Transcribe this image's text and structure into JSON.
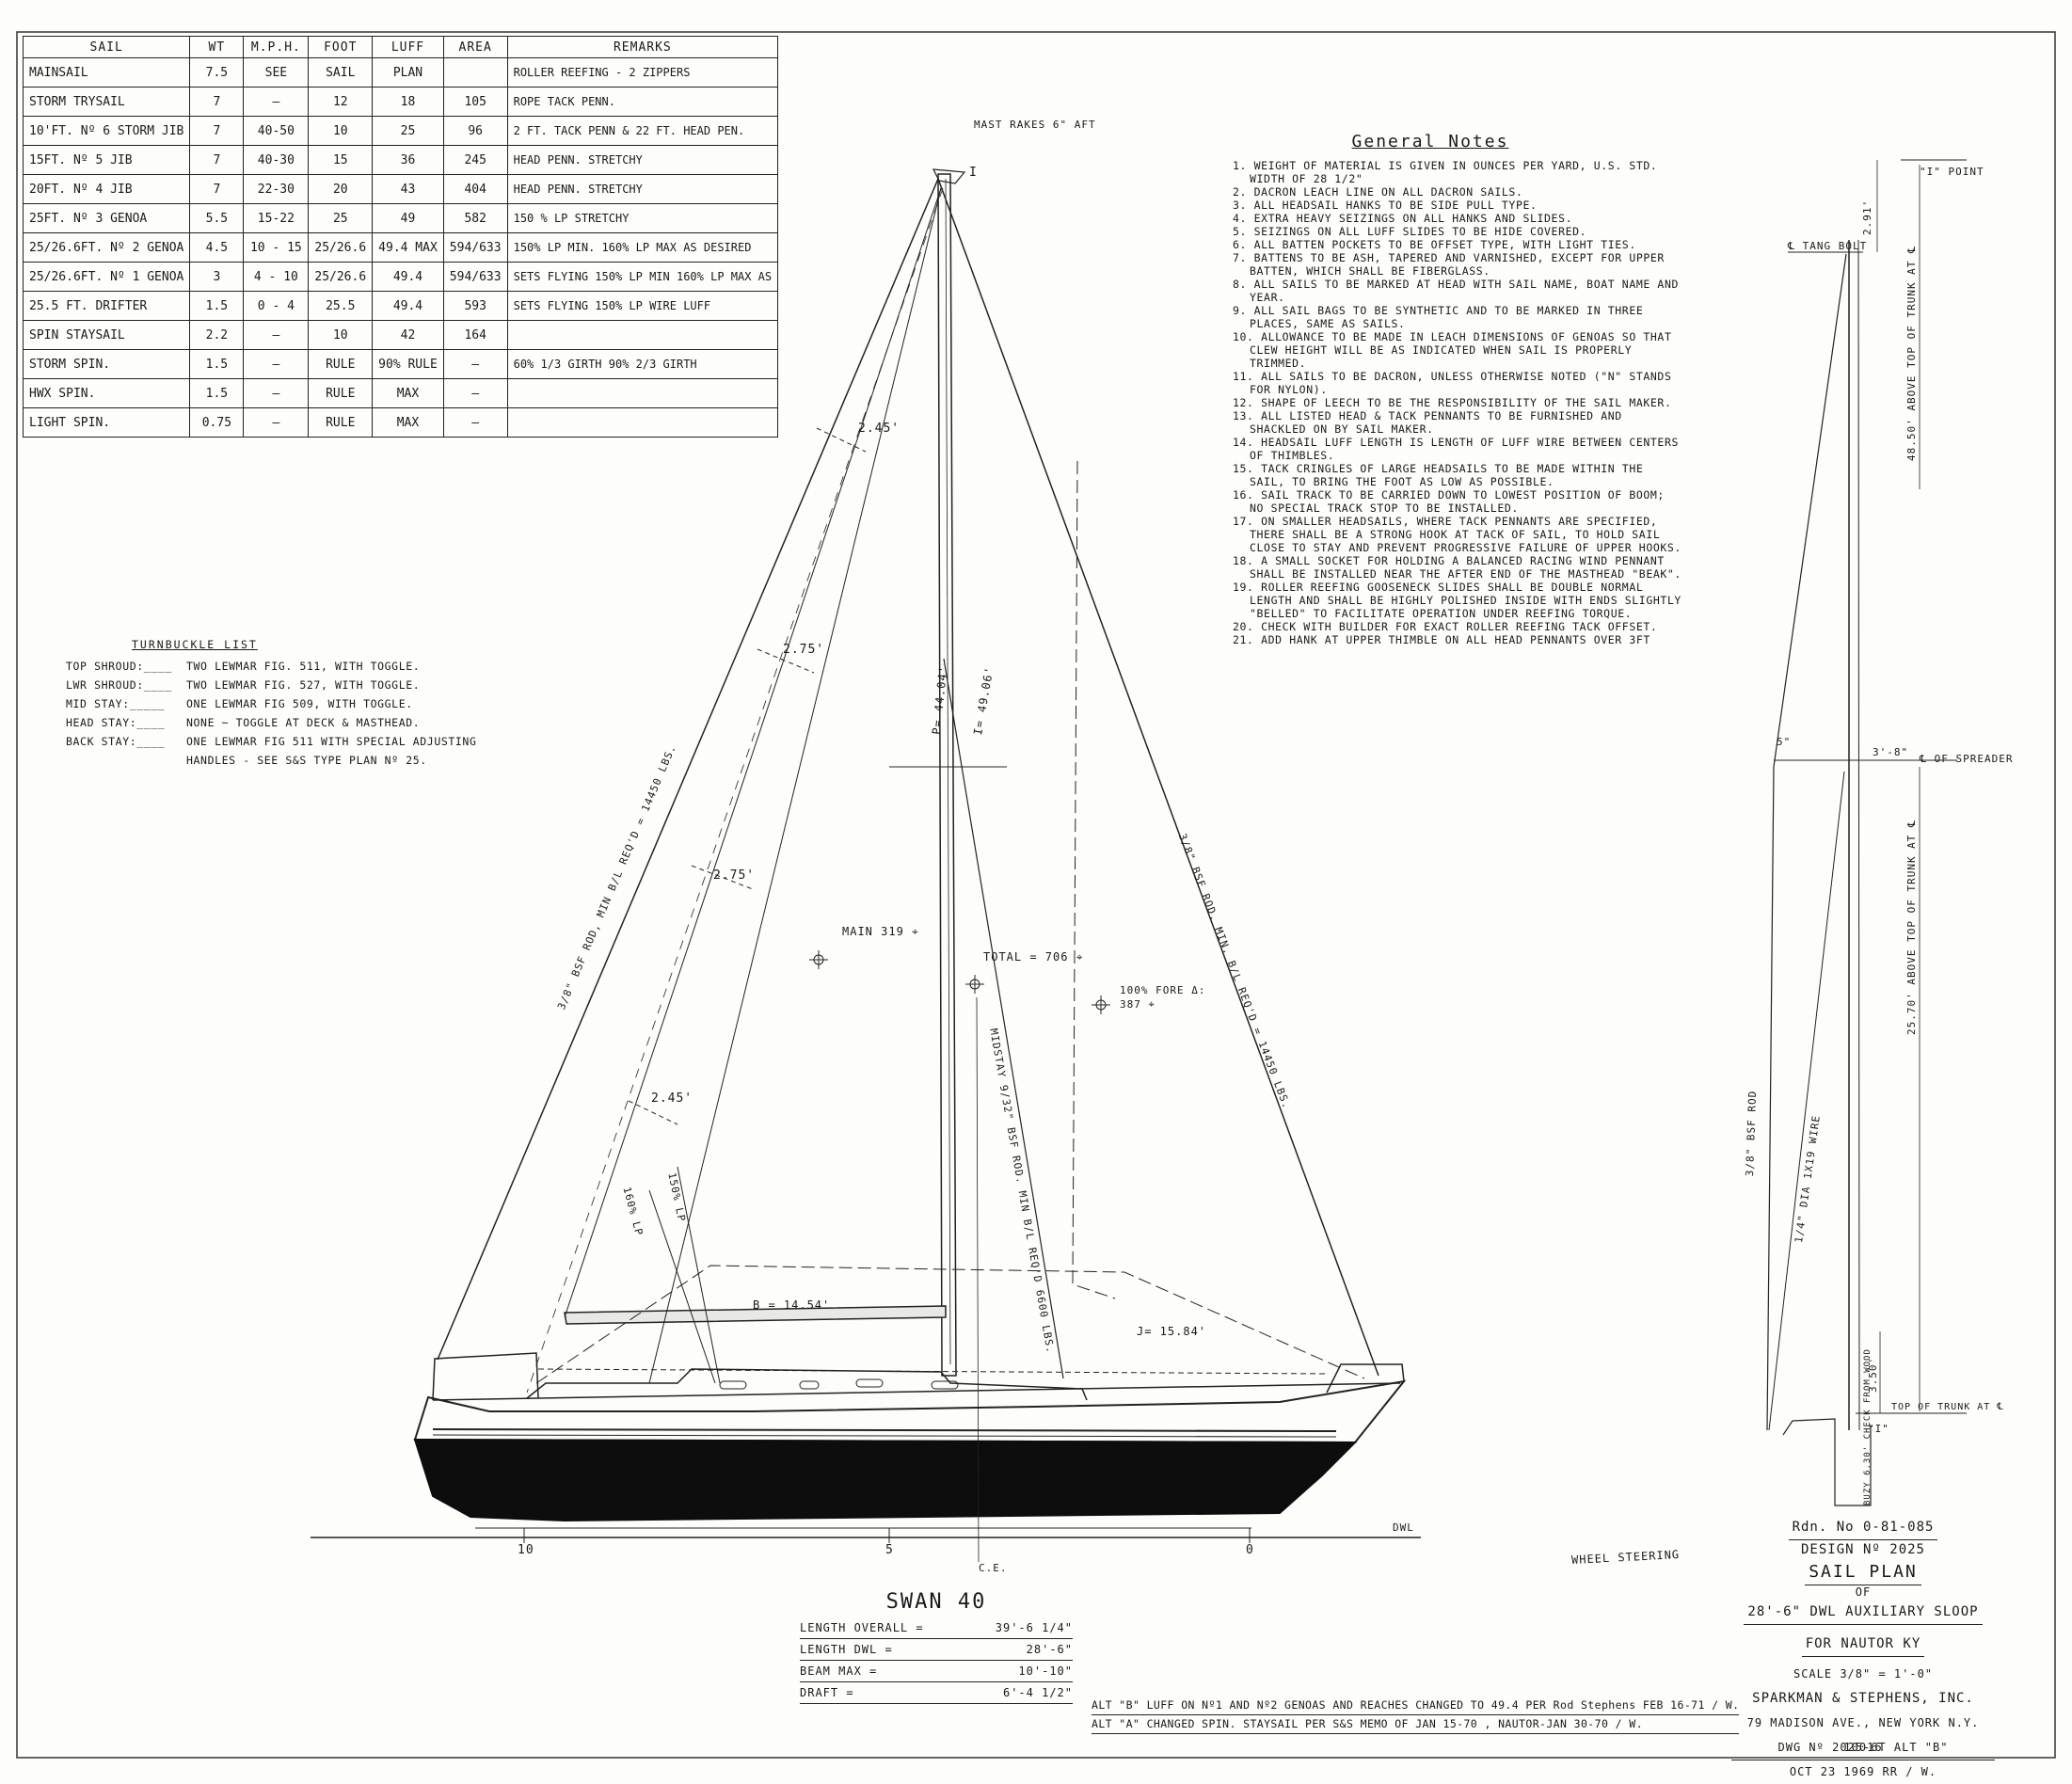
{
  "sail_table": {
    "headers": [
      "SAIL",
      "WT",
      "M.P.H.",
      "FOOT",
      "LUFF",
      "AREA",
      "REMARKS"
    ],
    "rows": [
      [
        "MAINSAIL",
        "7.5",
        "SEE",
        "SAIL",
        "PLAN",
        "",
        "ROLLER REEFING - 2 ZIPPERS"
      ],
      [
        "STORM TRYSAIL",
        "7",
        "—",
        "12",
        "18",
        "105",
        "ROPE TACK PENN."
      ],
      [
        "10'FT. Nº 6 STORM JIB",
        "7",
        "40-50",
        "10",
        "25",
        "96",
        "2 FT. TACK PENN & 22 FT. HEAD PEN."
      ],
      [
        "15FT. Nº 5 JIB",
        "7",
        "40-30",
        "15",
        "36",
        "245",
        "HEAD PENN.        STRETCHY"
      ],
      [
        "20FT. Nº 4 JIB",
        "7",
        "22-30",
        "20",
        "43",
        "404",
        "HEAD PENN.        STRETCHY"
      ],
      [
        "25FT. Nº 3 GENOA",
        "5.5",
        "15-22",
        "25",
        "49",
        "582",
        "150 % LP           STRETCHY"
      ],
      [
        "25/26.6FT. Nº 2 GENOA",
        "4.5",
        "10 - 15",
        "25/26.6",
        "49.4 MAX",
        "594/633",
        "150% LP MIN. 160% LP MAX AS DESIRED"
      ],
      [
        "25/26.6FT. Nº 1 GENOA",
        "3",
        "4 - 10",
        "25/26.6",
        "49.4",
        "594/633",
        "SETS FLYING 150% LP MIN 160% LP MAX AS"
      ],
      [
        "25.5 FT. DRIFTER",
        "1.5",
        "0 - 4",
        "25.5",
        "49.4",
        "593",
        "SETS FLYING 150% LP WIRE LUFF"
      ],
      [
        "SPIN STAYSAIL",
        "2.2",
        "—",
        "10",
        "42",
        "164",
        ""
      ],
      [
        "STORM SPIN.",
        "1.5",
        "—",
        "RULE",
        "90% RULE",
        "—",
        "60% 1/3 GIRTH 90% 2/3 GIRTH"
      ],
      [
        "HWX SPIN.",
        "1.5",
        "—",
        "RULE",
        "MAX",
        "—",
        ""
      ],
      [
        "LIGHT SPIN.",
        "0.75",
        "—",
        "RULE",
        "MAX",
        "—",
        ""
      ]
    ]
  },
  "general_notes": {
    "title": "General Notes",
    "items": [
      "1. WEIGHT OF MATERIAL IS GIVEN IN OUNCES PER YARD, U.S. STD. WIDTH OF 28 1/2\"",
      "2. DACRON LEACH LINE ON ALL DACRON SAILS.",
      "3. ALL HEADSAIL HANKS TO BE SIDE PULL TYPE.",
      "4. EXTRA HEAVY SEIZINGS ON ALL HANKS AND SLIDES.",
      "5. SEIZINGS ON ALL LUFF SLIDES TO BE HIDE COVERED.",
      "6. ALL BATTEN POCKETS TO BE OFFSET TYPE, WITH LIGHT TIES.",
      "7. BATTENS TO BE ASH, TAPERED AND VARNISHED, EXCEPT FOR UPPER BATTEN, WHICH SHALL BE FIBERGLASS.",
      "8. ALL SAILS TO BE MARKED AT HEAD WITH SAIL NAME, BOAT NAME AND YEAR.",
      "9. ALL SAIL BAGS TO BE SYNTHETIC AND TO BE MARKED IN THREE PLACES, SAME AS SAILS.",
      "10. ALLOWANCE TO BE MADE IN LEACH DIMENSIONS OF GENOAS SO THAT CLEW HEIGHT WILL BE AS INDICATED WHEN SAIL IS PROPERLY TRIMMED.",
      "11. ALL SAILS TO BE DACRON, UNLESS OTHERWISE NOTED (\"N\" STANDS FOR NYLON).",
      "12. SHAPE OF LEECH TO BE THE RESPONSIBILITY OF THE SAIL MAKER.",
      "13. ALL LISTED HEAD & TACK PENNANTS TO BE FURNISHED AND SHACKLED ON BY SAIL MAKER.",
      "14. HEADSAIL LUFF LENGTH IS LENGTH OF LUFF WIRE BETWEEN CENTERS OF THIMBLES.",
      "15. TACK CRINGLES OF LARGE HEADSAILS TO BE MADE WITHIN THE SAIL, TO BRING THE FOOT AS LOW AS POSSIBLE.",
      "16. SAIL TRACK TO BE CARRIED DOWN TO LOWEST POSITION OF BOOM; NO SPECIAL TRACK STOP TO BE INSTALLED.",
      "17. ON SMALLER HEADSAILS, WHERE TACK PENNANTS ARE SPECIFIED, THERE SHALL BE A STRONG HOOK AT TACK OF SAIL, TO HOLD SAIL CLOSE TO STAY AND PREVENT PROGRESSIVE FAILURE OF UPPER HOOKS.",
      "18. A SMALL SOCKET FOR HOLDING A BALANCED RACING WIND PENNANT SHALL BE INSTALLED NEAR THE AFTER END OF THE MASTHEAD \"BEAK\".",
      "19. ROLLER REEFING GOOSENECK SLIDES SHALL BE DOUBLE NORMAL LENGTH AND SHALL BE HIGHLY POLISHED INSIDE WITH ENDS SLIGHTLY \"BELLED\" TO FACILITATE OPERATION UNDER REEFING TORQUE.",
      "20. CHECK WITH BUILDER FOR EXACT ROLLER REEFING TACK OFFSET.",
      "21. ADD HANK AT UPPER THIMBLE ON ALL HEAD PENNANTS OVER 3FT"
    ]
  },
  "turnbuckle_list": {
    "title": "TURNBUCKLE LIST",
    "rows": [
      {
        "label": "TOP SHROUD:____",
        "value": "TWO LEWMAR FIG. 511, WITH TOGGLE."
      },
      {
        "label": "LWR SHROUD:____",
        "value": "TWO LEWMAR FIG. 527, WITH TOGGLE."
      },
      {
        "label": "MID STAY:_____",
        "value": "ONE LEWMAR FIG 509, WITH TOGGLE."
      },
      {
        "label": "HEAD STAY:____",
        "value": "NONE ~ TOGGLE AT DECK & MASTHEAD."
      },
      {
        "label": "BACK STAY:____",
        "value": "ONE LEWMAR FIG 511 WITH SPECIAL ADJUSTING"
      },
      {
        "label": "",
        "value": "HANDLES - SEE S&S TYPE PLAN Nº 25."
      }
    ]
  },
  "drawing_labels": {
    "mast_rake": "MAST RAKES 6\" AFT",
    "i_mark": "I",
    "dim_245_top": "2.45'",
    "dim_275_upper": "2.75'",
    "dim_275_lower": "2.75'",
    "dim_245_lower": "2.45'",
    "p_dim": "P= 44.04'",
    "i_dim": "I= 49.06'",
    "fwd_stay": "3/8\" BSF ROD, MIN B/L REQ'D = 14450 lbs.",
    "back_stay": "3/8\" BSF ROD. MIN. B/L REQ'D = 14450 lbs.",
    "mid_stay": "MIDSTAY 9/32\" BSF ROD. MIN B/L REQ'D 6600 lbs.",
    "main_area": "MAIN 319 ⌖",
    "total_area": "TOTAL = 706 ⌖",
    "fore_area": "100% FORE Δ: 387 ⌖",
    "lp150": "150% LP",
    "lp160": "160% LP",
    "b_dim": "B = 14.54'",
    "j_dim": "J= 15.84'",
    "station_10": "10",
    "station_5": "5",
    "station_0": "0",
    "ce": "C.E.",
    "dwl": "DWL",
    "wheel_steering": "WHEEL STEERING"
  },
  "side_elevation": {
    "i_point": "\"I\" POINT",
    "tang_bolt": "℄ TANG BOLT",
    "dim_291": "2.91'",
    "dim_4850": "48.50' ABOVE TOP OF TRUNK AT ℄",
    "dim_5": "5\"",
    "dim_38": "3'-8\"",
    "spreader": "℄ OF SPREADER",
    "dim_2570": "25.70' ABOVE TOP OF TRUNK AT ℄",
    "rod": "3/8\" BSF ROD",
    "wire": "1/4\" DIA 1x19 WIRE",
    "dim_350": "3.50'",
    "top_trunk": "TOP OF TRUNK AT ℄",
    "i_lower": "\"I\"",
    "buzy": "BUZY 6.30' CHECK FROM WOOD"
  },
  "specs": {
    "title": "SWAN 40",
    "rows": [
      {
        "label": "LENGTH OVERALL =",
        "value": "39'-6 1/4\""
      },
      {
        "label": "LENGTH DWL =",
        "value": "28'-6\""
      },
      {
        "label": "BEAM MAX =",
        "value": "10'-10\""
      },
      {
        "label": "DRAFT =",
        "value": "6'-4 1/2\""
      }
    ]
  },
  "title_block": {
    "rdn": "Rdn. No 0-81-085",
    "design_no": "DESIGN Nº 2025",
    "sail_plan": "SAIL PLAN",
    "of": "OF",
    "vessel": "28'-6\" DWL AUXILIARY SLOOP",
    "for": "FOR NAUTOR Ky",
    "scale": "SCALE 3/8\" = 1'-0\"",
    "firm": "SPARKMAN & STEPHENS, INC.",
    "address": "79 MADISON AVE., NEW YORK N.Y. 10016",
    "dwg": "DWG Nº 2025-6T ALT \"B\"",
    "date": "OCT 23 1969 RR / W."
  },
  "alterations": [
    "ALT \"B\"  LUFF ON Nº1 AND Nº2 GENOAS AND REACHES CHANGED TO 49.4 PER Rod Stephens FEB 16-71 / W.",
    "ALT \"A\"  CHANGED SPIN. STAYSAIL PER S&S MEMO OF JAN 15-70 , NAUTOR-JAN 30-70 / W."
  ]
}
